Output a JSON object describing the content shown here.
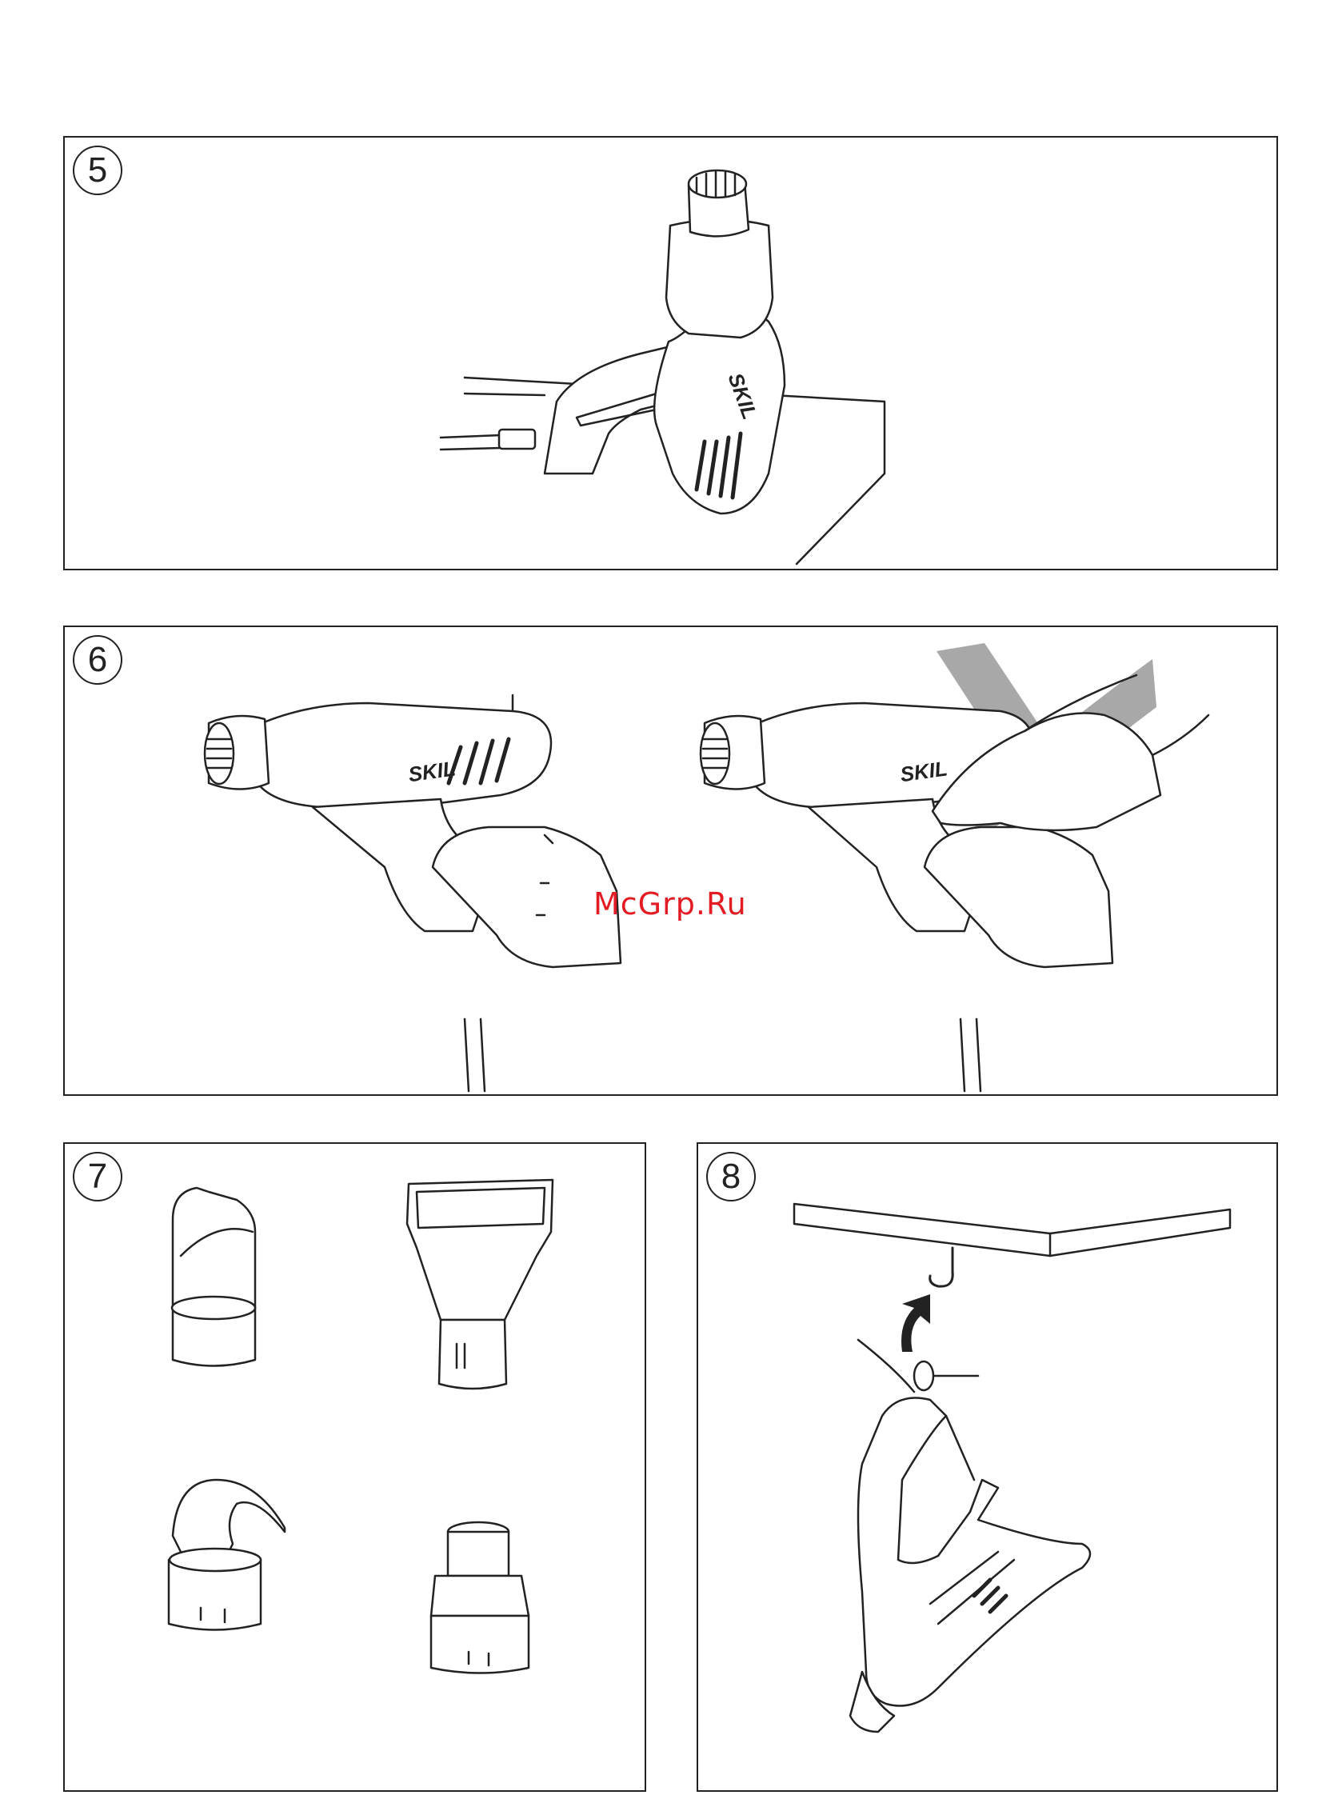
{
  "panels": [
    {
      "number": "5",
      "logo": "SKIL"
    },
    {
      "number": "6",
      "logo": "SKIL"
    },
    {
      "number": "7"
    },
    {
      "number": "8"
    }
  ],
  "watermark": "McGrp.Ru",
  "colors": {
    "line": "#222222",
    "cross": "#a8a8a8",
    "watermark": "#e31b23"
  }
}
